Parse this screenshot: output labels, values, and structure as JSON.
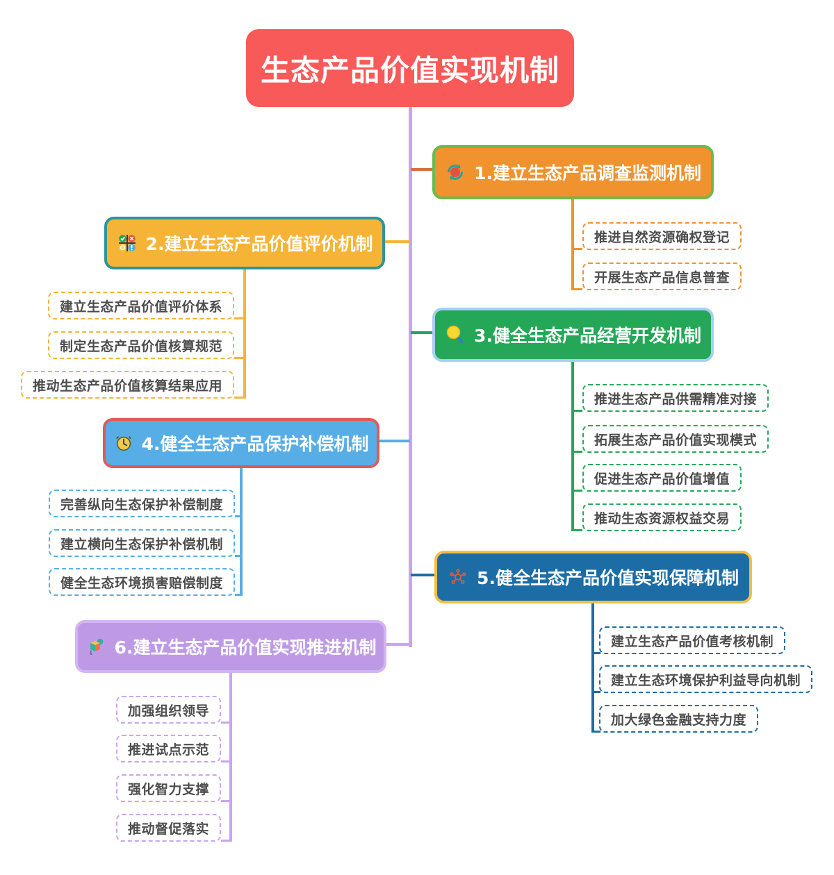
{
  "root": {
    "title": "生态产品价值实现机制"
  },
  "branches": [
    {
      "title": "1.建立生态产品调查监测机制",
      "icon": "refresh-cycle-icon",
      "items": [
        "推进自然资源确权登记",
        "开展生态产品信息普查"
      ]
    },
    {
      "title": "2.建立生态产品价值评价机制",
      "icon": "quad-circles-icon",
      "items": [
        "建立生态产品价值评价体系",
        "制定生态产品价值核算规范",
        "推动生态产品价值核算结果应用"
      ]
    },
    {
      "title": "3.健全生态产品经营开发机制",
      "icon": "magnifier-icon",
      "items": [
        "推进生态产品供需精准对接",
        "拓展生态产品价值实现模式",
        "促进生态产品价值增值",
        "推动生态资源权益交易"
      ]
    },
    {
      "title": "4.健全生态产品保护补偿机制",
      "icon": "clock-icon",
      "items": [
        "完善纵向生态保护补偿制度",
        "建立横向生态保护补偿机制",
        "健全生态环境损害赔偿制度"
      ]
    },
    {
      "title": "5.健全生态产品价值实现保障机制",
      "icon": "network-icon",
      "items": [
        "建立生态产品价值考核机制",
        "建立生态环境保护利益导向机制",
        "加大绿色金融支持力度"
      ]
    },
    {
      "title": "6.建立生态产品价值实现推进机制",
      "icon": "cube-icon",
      "items": [
        "加强组织领导",
        "推进试点示范",
        "强化智力支撑",
        "推动督促落实"
      ]
    }
  ],
  "colors": {
    "root_fill": "#F85959",
    "spine": "#C9A4F0",
    "text_dark": "#4D4D4D",
    "b1_fill": "#F0922E",
    "b1_border": "#6CBB47",
    "b1_stub": "#DD6B42",
    "b2_fill": "#F6B437",
    "b2_border": "#2D9598",
    "b3_fill": "#24A857",
    "b3_border": "#A8CEF7",
    "b4_fill": "#57ADE6",
    "b4_border": "#E25A56",
    "b5_fill": "#1C6DA6",
    "b5_border": "#F2BE45",
    "b6_fill": "#BE9AE6",
    "b6_border": "#D2B5F1"
  }
}
